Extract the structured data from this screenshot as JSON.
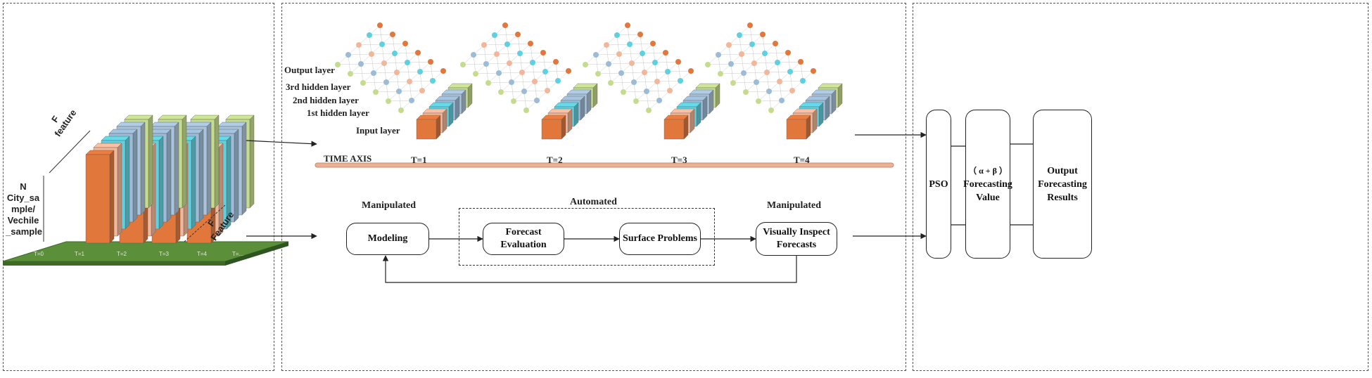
{
  "left_panel": {
    "n_label_lines": [
      "N",
      "City_sa",
      "mple/",
      "Vechile",
      "_sample"
    ],
    "f_label_top": [
      "F",
      "feature"
    ],
    "f_label_right": [
      "F",
      "Feature"
    ],
    "base_ticks": [
      "T=0",
      "T=1",
      "T=2",
      "T=3",
      "T=4",
      "T=..."
    ]
  },
  "network": {
    "layer_labels": {
      "output": "Output layer",
      "hidden3": "3rd hidden layer",
      "hidden2": "2nd hidden layer",
      "hidden1": "1st hidden layer",
      "input": "Input layer"
    },
    "time_axis_label": "TIME AXIS",
    "time_steps": [
      "T=1",
      "T=2",
      "T=3",
      "T=4"
    ],
    "colors": {
      "output": "#e2773c",
      "cyan": "#5fd0df",
      "blue": "#9cbbd6",
      "salmon": "#f2b79a",
      "green": "#c5dc8e",
      "axis": "#e9a98a"
    }
  },
  "workflow": {
    "manipulated_left": "Manipulated",
    "automated": "Automated",
    "manipulated_right": "Manipulated",
    "modeling": "Modeling",
    "forecast_evaluation": [
      "Forecast",
      "Evaluation"
    ],
    "surface_problems": "Surface Problems",
    "visually_inspect": [
      "Visually Inspect",
      "Forecasts"
    ]
  },
  "right_panel": {
    "pso": "PSO",
    "forecasting_value": [
      "（ α + β ）",
      "Forecasting",
      "Value"
    ],
    "output_results": [
      "Output",
      "Forecasting",
      "Results"
    ]
  }
}
